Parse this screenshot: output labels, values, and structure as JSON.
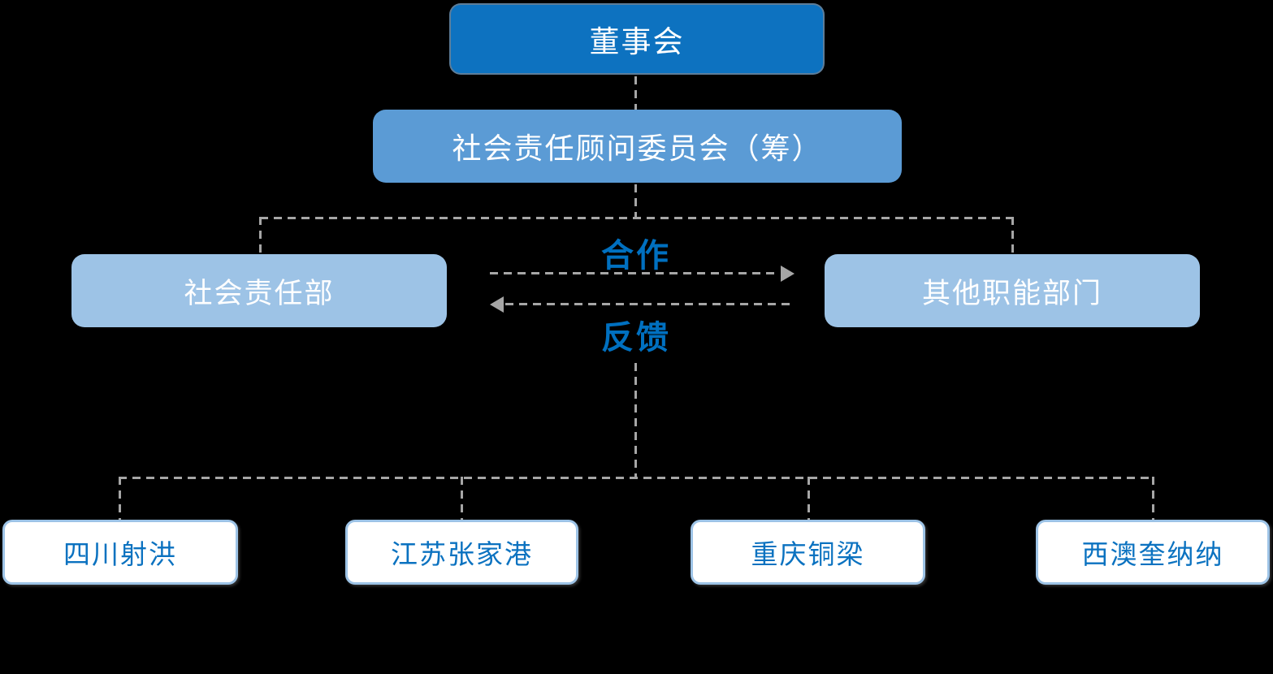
{
  "diagram": {
    "type": "org-chart",
    "nodes": {
      "board": {
        "label": "董事会",
        "level": 1
      },
      "committee": {
        "label": "社会责任顾问委员会（筹）",
        "level": 2
      },
      "csr_department": {
        "label": "社会责任部",
        "level": 3
      },
      "other_departments": {
        "label": "其他职能部门",
        "level": 3
      },
      "subsidiaries": [
        {
          "label": "四川射洪"
        },
        {
          "label": "江苏张家港"
        },
        {
          "label": "重庆铜梁"
        },
        {
          "label": "西澳奎纳纳"
        }
      ]
    },
    "relations": {
      "cooperation": {
        "label": "合作",
        "from": "社会责任部",
        "to": "其他职能部门",
        "direction": "right"
      },
      "feedback": {
        "label": "反馈",
        "from": "其他职能部门",
        "to": "社会责任部",
        "direction": "left"
      }
    },
    "colors": {
      "background": "#000000",
      "board_fill": "#0d72c0",
      "committee_fill": "#5b9bd5",
      "department_fill": "#9dc3e6",
      "subsidiary_fill": "#ffffff",
      "subsidiary_border": "#9dc3e6",
      "subsidiary_text": "#0b72c0",
      "relation_label_text": "#0070c0",
      "box_text": "#ffffff",
      "connector_gray": "#a6a6a6"
    },
    "connector_style": "dashed"
  }
}
